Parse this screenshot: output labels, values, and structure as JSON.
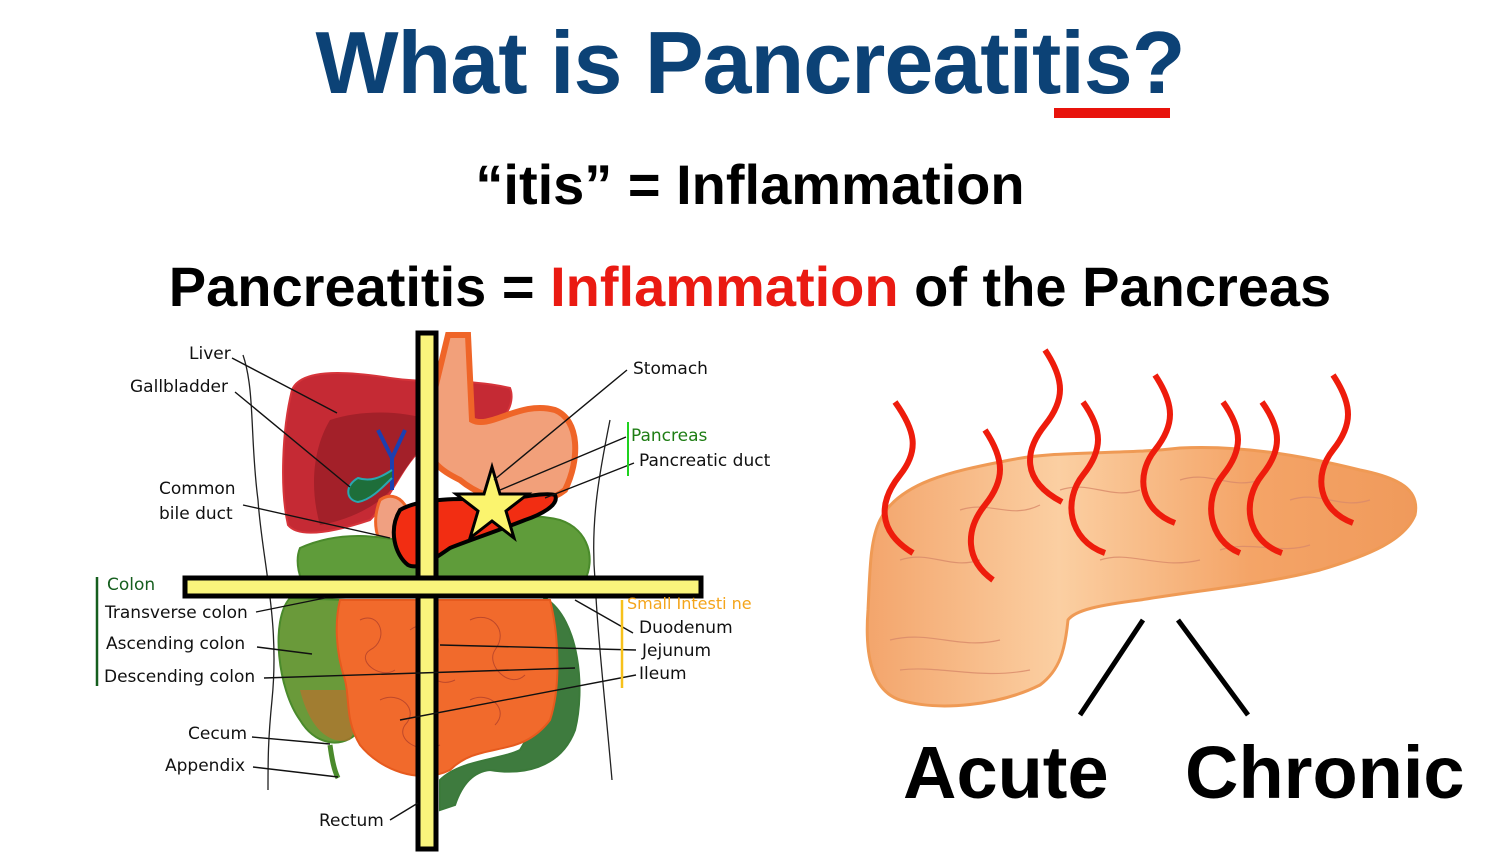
{
  "header": {
    "title": "What is Pancreatitis?",
    "title_color": "#0c4276",
    "underline_color": "#e8130c",
    "definition_line": "“itis” = Inflammation",
    "full_definition": {
      "prefix": "Pancreatitis = ",
      "highlight": "Inflammation",
      "suffix": " of the Pancreas",
      "highlight_color": "#ea1a12"
    }
  },
  "anatomy_diagram": {
    "labels": {
      "liver": "Liver",
      "gallbladder": "Gallbladder",
      "common_bile_duct_line1": "Common",
      "common_bile_duct_line2": "bile duct",
      "stomach": "Stomach",
      "pancreas": "Pancreas",
      "pancreatic_duct": "Pancreatic duct",
      "colon": "Colon",
      "transverse_colon": "Transverse colon",
      "ascending_colon": "Ascending colon",
      "descending_colon": "Descending colon",
      "cecum": "Cecum",
      "appendix": "Appendix",
      "rectum": "Rectum",
      "small_intestine": "Small Intesti ne",
      "duodenum": "Duodenum",
      "jejunum": "Jejunum",
      "ileum": "Ileum"
    },
    "crosshair_color": "#f9f47c",
    "star_color": "#fbf46e"
  },
  "pancreas_illustration": {
    "heat_wave_count": 8,
    "heat_wave_color": "#ee1c0c",
    "organ_color": "#f3a56c"
  },
  "types": {
    "acute": "Acute",
    "chronic": "Chronic"
  }
}
